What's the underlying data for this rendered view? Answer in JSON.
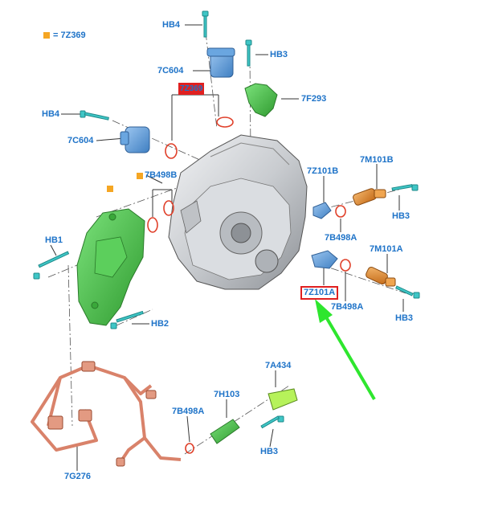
{
  "legend": {
    "text": "= 7Z369",
    "color": "#f5a623"
  },
  "labels": {
    "hb4_top": "HB4",
    "hb3_top": "HB3",
    "c604_top": "7C604",
    "hidden_red": "7Z369",
    "f293": "7F293",
    "hb4_left": "HB4",
    "c604_left": "7C604",
    "b498b": "7B498B",
    "z101b": "7Z101B",
    "m101b": "7M101B",
    "hb3_r1": "HB3",
    "b498a_r1": "7B498A",
    "hb1": "HB1",
    "m101a": "7M101A",
    "z101a": "7Z101A",
    "b498a_r2": "7B498A",
    "hb3_r2": "HB3",
    "hb2": "HB2",
    "a434": "7A434",
    "h103": "7H103",
    "b498a_bot": "7B498A",
    "hb3_bot": "HB3",
    "g276": "7G276"
  },
  "colors": {
    "label_blue": "#1e73c8",
    "highlight_red": "#e02020",
    "part_green": "#4cc04c",
    "part_blue": "#5b9bd5",
    "part_orange": "#e08a2e",
    "harness_copper": "#d9826a",
    "arrow_green": "#2ee62e",
    "bolt_teal": "#3fc6c6",
    "housing_gray": "#c9ccd0"
  }
}
